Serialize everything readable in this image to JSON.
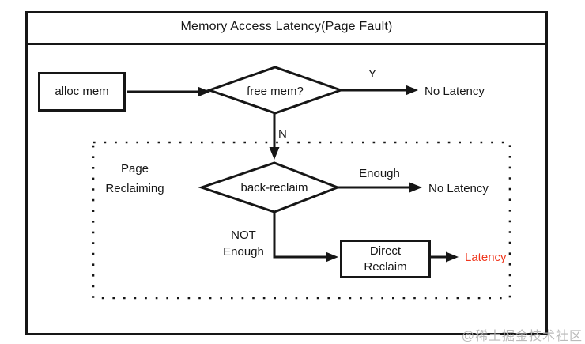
{
  "title": "Memory Access Latency(Page Fault)",
  "nodes": {
    "alloc_mem": "alloc mem",
    "free_mem": "free mem?",
    "back_reclaim": "back-reclaim",
    "direct_reclaim": {
      "line1": "Direct",
      "line2": "Reclaim"
    }
  },
  "region": {
    "line1": "Page",
    "line2": "Reclaiming"
  },
  "edge_labels": {
    "yes": "Y",
    "no": "N",
    "enough": "Enough",
    "not_enough": {
      "line1": "NOT",
      "line2": "Enough"
    }
  },
  "outcomes": {
    "no_latency_top": "No Latency",
    "no_latency_mid": "No Latency",
    "latency": "Latency"
  },
  "colors": {
    "ink": "#161616",
    "latency_red": "#f0381f",
    "watermark_gray": "#b3b3b3"
  },
  "watermark": "@稀土掘金技术社区"
}
